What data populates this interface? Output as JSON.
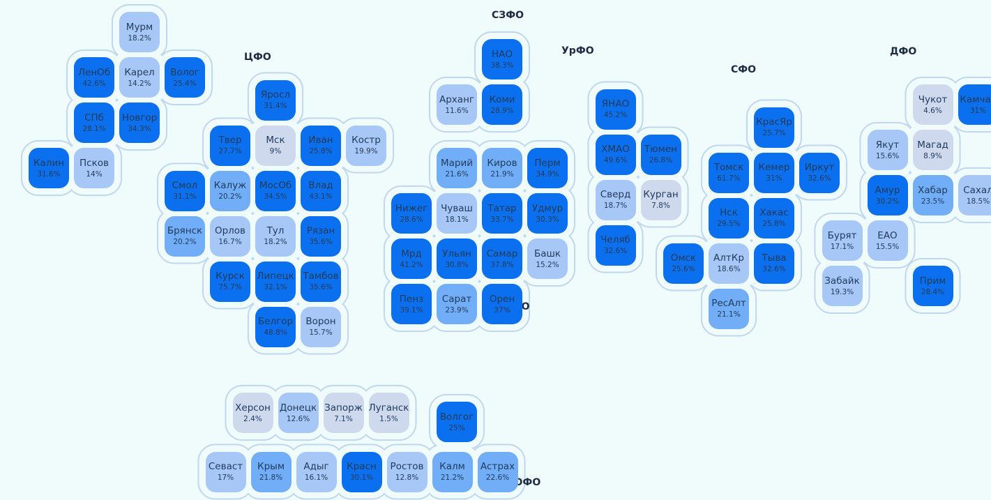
{
  "chart_data": {
    "type": "heatmap",
    "colors": {
      "c1": "#cfd9ee",
      "c2": "#a7c8f6",
      "c3": "#72aef8",
      "c4": "#0b70f0",
      "outline": "#c3d8ec"
    },
    "districts": [
      {
        "label": "СЗФО",
        "regions": [
          {
            "name": "Мурм",
            "value": 18.2,
            "pct": "18.2%",
            "col": 2,
            "row": 0
          },
          {
            "name": "ЛенОб",
            "value": 42.6,
            "pct": "42.6%",
            "col": 1,
            "row": 1
          },
          {
            "name": "Карел",
            "value": 14.2,
            "pct": "14.2%",
            "col": 2,
            "row": 1
          },
          {
            "name": "Волог",
            "value": 25.4,
            "pct": "25.4%",
            "col": 3,
            "row": 1
          },
          {
            "name": "СПб",
            "value": 28.1,
            "pct": "28.1%",
            "col": 1,
            "row": 2
          },
          {
            "name": "Новгор",
            "value": 34.3,
            "pct": "34.3%",
            "col": 2,
            "row": 2
          },
          {
            "name": "Калин",
            "value": 31.6,
            "pct": "31.6%",
            "col": 0,
            "row": 3
          },
          {
            "name": "Псков",
            "value": 14,
            "pct": "14%",
            "col": 1,
            "row": 3
          },
          {
            "name": "НАО",
            "value": 38.3,
            "pct": "38.3%",
            "col": 10,
            "row": 0.6
          },
          {
            "name": "Арханг",
            "value": 11.6,
            "pct": "11.6%",
            "col": 9,
            "row": 1.6
          },
          {
            "name": "Коми",
            "value": 28.9,
            "pct": "28.9%",
            "col": 10,
            "row": 1.6
          }
        ]
      },
      {
        "label": "ЦФО",
        "regions": [
          {
            "name": "Яросл",
            "value": 31.4,
            "pct": "31.4%",
            "col": 5,
            "row": 1.5
          },
          {
            "name": "Твер",
            "value": 27.7,
            "pct": "27.7%",
            "col": 4,
            "row": 2.5
          },
          {
            "name": "Мск",
            "value": 9,
            "pct": "9%",
            "col": 5,
            "row": 2.5
          },
          {
            "name": "Иван",
            "value": 25.8,
            "pct": "25.8%",
            "col": 6,
            "row": 2.5
          },
          {
            "name": "Костр",
            "value": 19.9,
            "pct": "19.9%",
            "col": 7,
            "row": 2.5
          },
          {
            "name": "Смол",
            "value": 31.1,
            "pct": "31.1%",
            "col": 3,
            "row": 3.5
          },
          {
            "name": "Калуж",
            "value": 20.2,
            "pct": "20.2%",
            "col": 4,
            "row": 3.5
          },
          {
            "name": "МосОб",
            "value": 34.5,
            "pct": "34.5%",
            "col": 5,
            "row": 3.5
          },
          {
            "name": "Влад",
            "value": 43.1,
            "pct": "43.1%",
            "col": 6,
            "row": 3.5
          },
          {
            "name": "Брянск",
            "value": 20.2,
            "pct": "20.2%",
            "col": 3,
            "row": 4.5
          },
          {
            "name": "Орлов",
            "value": 16.7,
            "pct": "16.7%",
            "col": 4,
            "row": 4.5
          },
          {
            "name": "Тул",
            "value": 18.2,
            "pct": "18.2%",
            "col": 5,
            "row": 4.5
          },
          {
            "name": "Рязан",
            "value": 35.6,
            "pct": "35.6%",
            "col": 6,
            "row": 4.5
          },
          {
            "name": "Курск",
            "value": 75.7,
            "pct": "75.7%",
            "col": 4,
            "row": 5.5
          },
          {
            "name": "Липецк",
            "value": 32.1,
            "pct": "32.1%",
            "col": 5,
            "row": 5.5
          },
          {
            "name": "Тамбов",
            "value": 35.6,
            "pct": "35.6%",
            "col": 6,
            "row": 5.5
          },
          {
            "name": "Белгор",
            "value": 48.8,
            "pct": "48.8%",
            "col": 5,
            "row": 6.5
          },
          {
            "name": "Ворон",
            "value": 15.7,
            "pct": "15.7%",
            "col": 6,
            "row": 6.5
          }
        ]
      },
      {
        "label": "ПФО",
        "regions": [
          {
            "name": "Марий",
            "value": 21.6,
            "pct": "21.6%",
            "col": 9,
            "row": 3
          },
          {
            "name": "Киров",
            "value": 21.9,
            "pct": "21.9%",
            "col": 10,
            "row": 3
          },
          {
            "name": "Перм",
            "value": 34.9,
            "pct": "34.9%",
            "col": 11,
            "row": 3
          },
          {
            "name": "Нижег",
            "value": 28.6,
            "pct": "28.6%",
            "col": 8,
            "row": 4
          },
          {
            "name": "Чуваш",
            "value": 18.1,
            "pct": "18.1%",
            "col": 9,
            "row": 4
          },
          {
            "name": "Татар",
            "value": 33.7,
            "pct": "33.7%",
            "col": 10,
            "row": 4
          },
          {
            "name": "Удмур",
            "value": 30.3,
            "pct": "30.3%",
            "col": 11,
            "row": 4
          },
          {
            "name": "Мрд",
            "value": 41.2,
            "pct": "41.2%",
            "col": 8,
            "row": 5
          },
          {
            "name": "Ульян",
            "value": 30.8,
            "pct": "30.8%",
            "col": 9,
            "row": 5
          },
          {
            "name": "Самар",
            "value": 37.8,
            "pct": "37.8%",
            "col": 10,
            "row": 5
          },
          {
            "name": "Башк",
            "value": 15.2,
            "pct": "15.2%",
            "col": 11,
            "row": 5
          },
          {
            "name": "Пенз",
            "value": 39.1,
            "pct": "39.1%",
            "col": 8,
            "row": 6
          },
          {
            "name": "Сарат",
            "value": 23.9,
            "pct": "23.9%",
            "col": 9,
            "row": 6
          },
          {
            "name": "Орен",
            "value": 37,
            "pct": "37%",
            "col": 10,
            "row": 6
          }
        ]
      },
      {
        "label": "УрФО",
        "regions": [
          {
            "name": "ЯНАО",
            "value": 45.2,
            "pct": "45.2%",
            "col": 12.5,
            "row": 1.7
          },
          {
            "name": "ХМАО",
            "value": 49.6,
            "pct": "49.6%",
            "col": 12.5,
            "row": 2.7
          },
          {
            "name": "Тюмен",
            "value": 26.8,
            "pct": "26.8%",
            "col": 13.5,
            "row": 2.7
          },
          {
            "name": "Сверд",
            "value": 18.7,
            "pct": "18.7%",
            "col": 12.5,
            "row": 3.7
          },
          {
            "name": "Курган",
            "value": 7.8,
            "pct": "7.8%",
            "col": 13.5,
            "row": 3.7
          },
          {
            "name": "Челяб",
            "value": 32.6,
            "pct": "32.6%",
            "col": 12.5,
            "row": 4.7
          }
        ]
      },
      {
        "label": "СФО",
        "regions": [
          {
            "name": "КрасЯр",
            "value": 25.7,
            "pct": "25.7%",
            "col": 16,
            "row": 2.1
          },
          {
            "name": "Томск",
            "value": 61.7,
            "pct": "61.7%",
            "col": 15,
            "row": 3.1
          },
          {
            "name": "Кемер",
            "value": 31,
            "pct": "31%",
            "col": 16,
            "row": 3.1
          },
          {
            "name": "Иркут",
            "value": 32.6,
            "pct": "32.6%",
            "col": 17,
            "row": 3.1
          },
          {
            "name": "Нск",
            "value": 29.5,
            "pct": "29.5%",
            "col": 15,
            "row": 4.1
          },
          {
            "name": "Хакас",
            "value": 25.8,
            "pct": "25.8%",
            "col": 16,
            "row": 4.1
          },
          {
            "name": "Омск",
            "value": 25.6,
            "pct": "25.6%",
            "col": 14,
            "row": 5.1
          },
          {
            "name": "АлтКр",
            "value": 18.6,
            "pct": "18.6%",
            "col": 15,
            "row": 5.1
          },
          {
            "name": "Тыва",
            "value": 32.6,
            "pct": "32.6%",
            "col": 16,
            "row": 5.1
          },
          {
            "name": "РесАлт",
            "value": 21.1,
            "pct": "21.1%",
            "col": 15,
            "row": 6.1
          }
        ]
      },
      {
        "label": "ДФО",
        "regions": [
          {
            "name": "Чукот",
            "value": 4.6,
            "pct": "4.6%",
            "col": 19.5,
            "row": 1.6
          },
          {
            "name": "Камчат",
            "value": 31,
            "pct": "31%",
            "col": 20.5,
            "row": 1.6
          },
          {
            "name": "Якут",
            "value": 15.6,
            "pct": "15.6%",
            "col": 18.5,
            "row": 2.6
          },
          {
            "name": "Магад",
            "value": 8.9,
            "pct": "8.9%",
            "col": 19.5,
            "row": 2.6
          },
          {
            "name": "Амур",
            "value": 30.2,
            "pct": "30.2%",
            "col": 18.5,
            "row": 3.6
          },
          {
            "name": "Хабар",
            "value": 23.5,
            "pct": "23.5%",
            "col": 19.5,
            "row": 3.6
          },
          {
            "name": "Сахал",
            "value": 18.5,
            "pct": "18.5%",
            "col": 20.5,
            "row": 3.6
          },
          {
            "name": "Бурят",
            "value": 17.1,
            "pct": "17.1%",
            "col": 17.5,
            "row": 4.6
          },
          {
            "name": "ЕАО",
            "value": 15.5,
            "pct": "15.5%",
            "col": 18.5,
            "row": 4.6
          },
          {
            "name": "Забайк",
            "value": 19.3,
            "pct": "19.3%",
            "col": 17.5,
            "row": 5.6
          },
          {
            "name": "Прим",
            "value": 28.4,
            "pct": "28.4%",
            "col": 19.5,
            "row": 5.6
          }
        ]
      },
      {
        "label": "ЮФО",
        "regions": [
          {
            "name": "Херсон",
            "value": 2.4,
            "pct": "2.4%",
            "col": 4.5,
            "row": 8.4
          },
          {
            "name": "Донецк",
            "value": 12.6,
            "pct": "12.6%",
            "col": 5.5,
            "row": 8.4
          },
          {
            "name": "Запорж",
            "value": 7.1,
            "pct": "7.1%",
            "col": 6.5,
            "row": 8.4
          },
          {
            "name": "Луганск",
            "value": 1.5,
            "pct": "1.5%",
            "col": 7.5,
            "row": 8.4
          },
          {
            "name": "Волгог",
            "value": 25,
            "pct": "25%",
            "col": 9,
            "row": 8.6
          },
          {
            "name": "Севаст",
            "value": 17,
            "pct": "17%",
            "col": 3.9,
            "row": 9.7
          },
          {
            "name": "Крым",
            "value": 21.8,
            "pct": "21.8%",
            "col": 4.9,
            "row": 9.7
          },
          {
            "name": "Адыг",
            "value": 16.1,
            "pct": "16.1%",
            "col": 5.9,
            "row": 9.7
          },
          {
            "name": "Красн",
            "value": 30.1,
            "pct": "30.1%",
            "col": 6.9,
            "row": 9.7
          },
          {
            "name": "Ростов",
            "value": 12.8,
            "pct": "12.8%",
            "col": 7.9,
            "row": 9.7
          },
          {
            "name": "Калм",
            "value": 21.2,
            "pct": "21.2%",
            "col": 8.9,
            "row": 9.7
          },
          {
            "name": "Астрах",
            "value": 22.6,
            "pct": "22.6%",
            "col": 9.9,
            "row": 9.7
          }
        ]
      }
    ]
  }
}
